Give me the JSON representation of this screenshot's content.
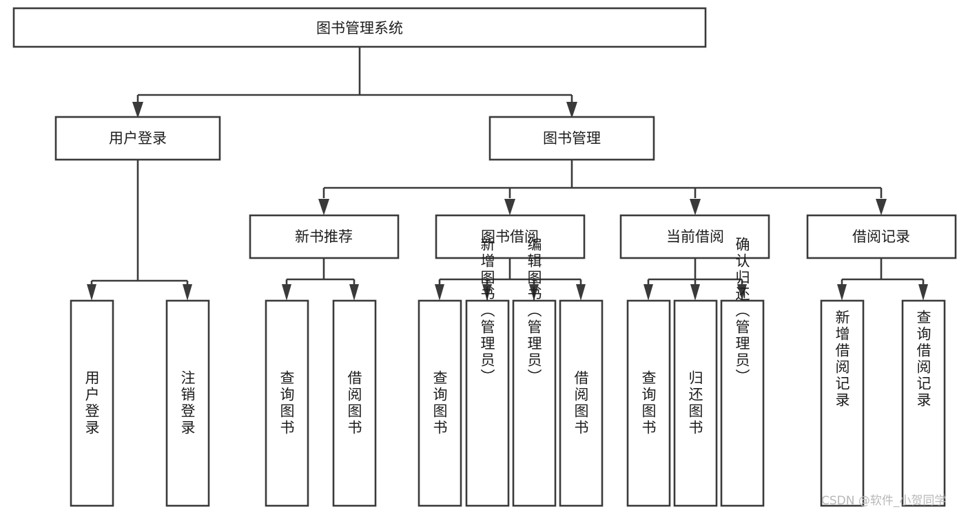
{
  "diagram": {
    "type": "tree-hierarchy-chart",
    "title": "图书管理系统",
    "root": {
      "id": "root",
      "label": "图书管理系统"
    },
    "level2": [
      {
        "id": "user-login",
        "label": "用户登录"
      },
      {
        "id": "book-management",
        "label": "图书管理"
      }
    ],
    "level3": [
      {
        "id": "new-book-recommend",
        "label": "新书推荐"
      },
      {
        "id": "book-borrow",
        "label": "图书借阅"
      },
      {
        "id": "current-borrow",
        "label": "当前借阅"
      },
      {
        "id": "borrow-record",
        "label": "借阅记录"
      }
    ],
    "leaves": {
      "user_login": [
        {
          "id": "leaf-user-login",
          "label": "用户登录"
        },
        {
          "id": "leaf-logout-login",
          "label": "注销登录"
        }
      ],
      "new_book_recommend": [
        {
          "id": "leaf-query-book-1",
          "label": "查询图书"
        },
        {
          "id": "leaf-borrow-book-1",
          "label": "借阅图书"
        }
      ],
      "book_borrow": [
        {
          "id": "leaf-query-book-2",
          "label": "查询图书"
        },
        {
          "id": "leaf-add-book",
          "label": "新增图书（管理员）"
        },
        {
          "id": "leaf-edit-book",
          "label": "编辑图书（管理员）"
        },
        {
          "id": "leaf-borrow-book-2",
          "label": "借阅图书"
        }
      ],
      "current_borrow": [
        {
          "id": "leaf-query-book-3",
          "label": "查询图书"
        },
        {
          "id": "leaf-return-book",
          "label": "归还图书"
        },
        {
          "id": "leaf-confirm-return",
          "label": "确认归还（管理员）"
        }
      ],
      "borrow_record": [
        {
          "id": "leaf-add-record",
          "label": "新增借阅记录"
        },
        {
          "id": "leaf-query-record",
          "label": "查询借阅记录"
        }
      ]
    }
  },
  "watermark": {
    "text": "CSDN @软件_小贺同学"
  },
  "colors": {
    "background": "#ffffff",
    "stroke": "#3a3a3a",
    "text": "#1c1c1c",
    "watermark": "#b8b8b8"
  }
}
